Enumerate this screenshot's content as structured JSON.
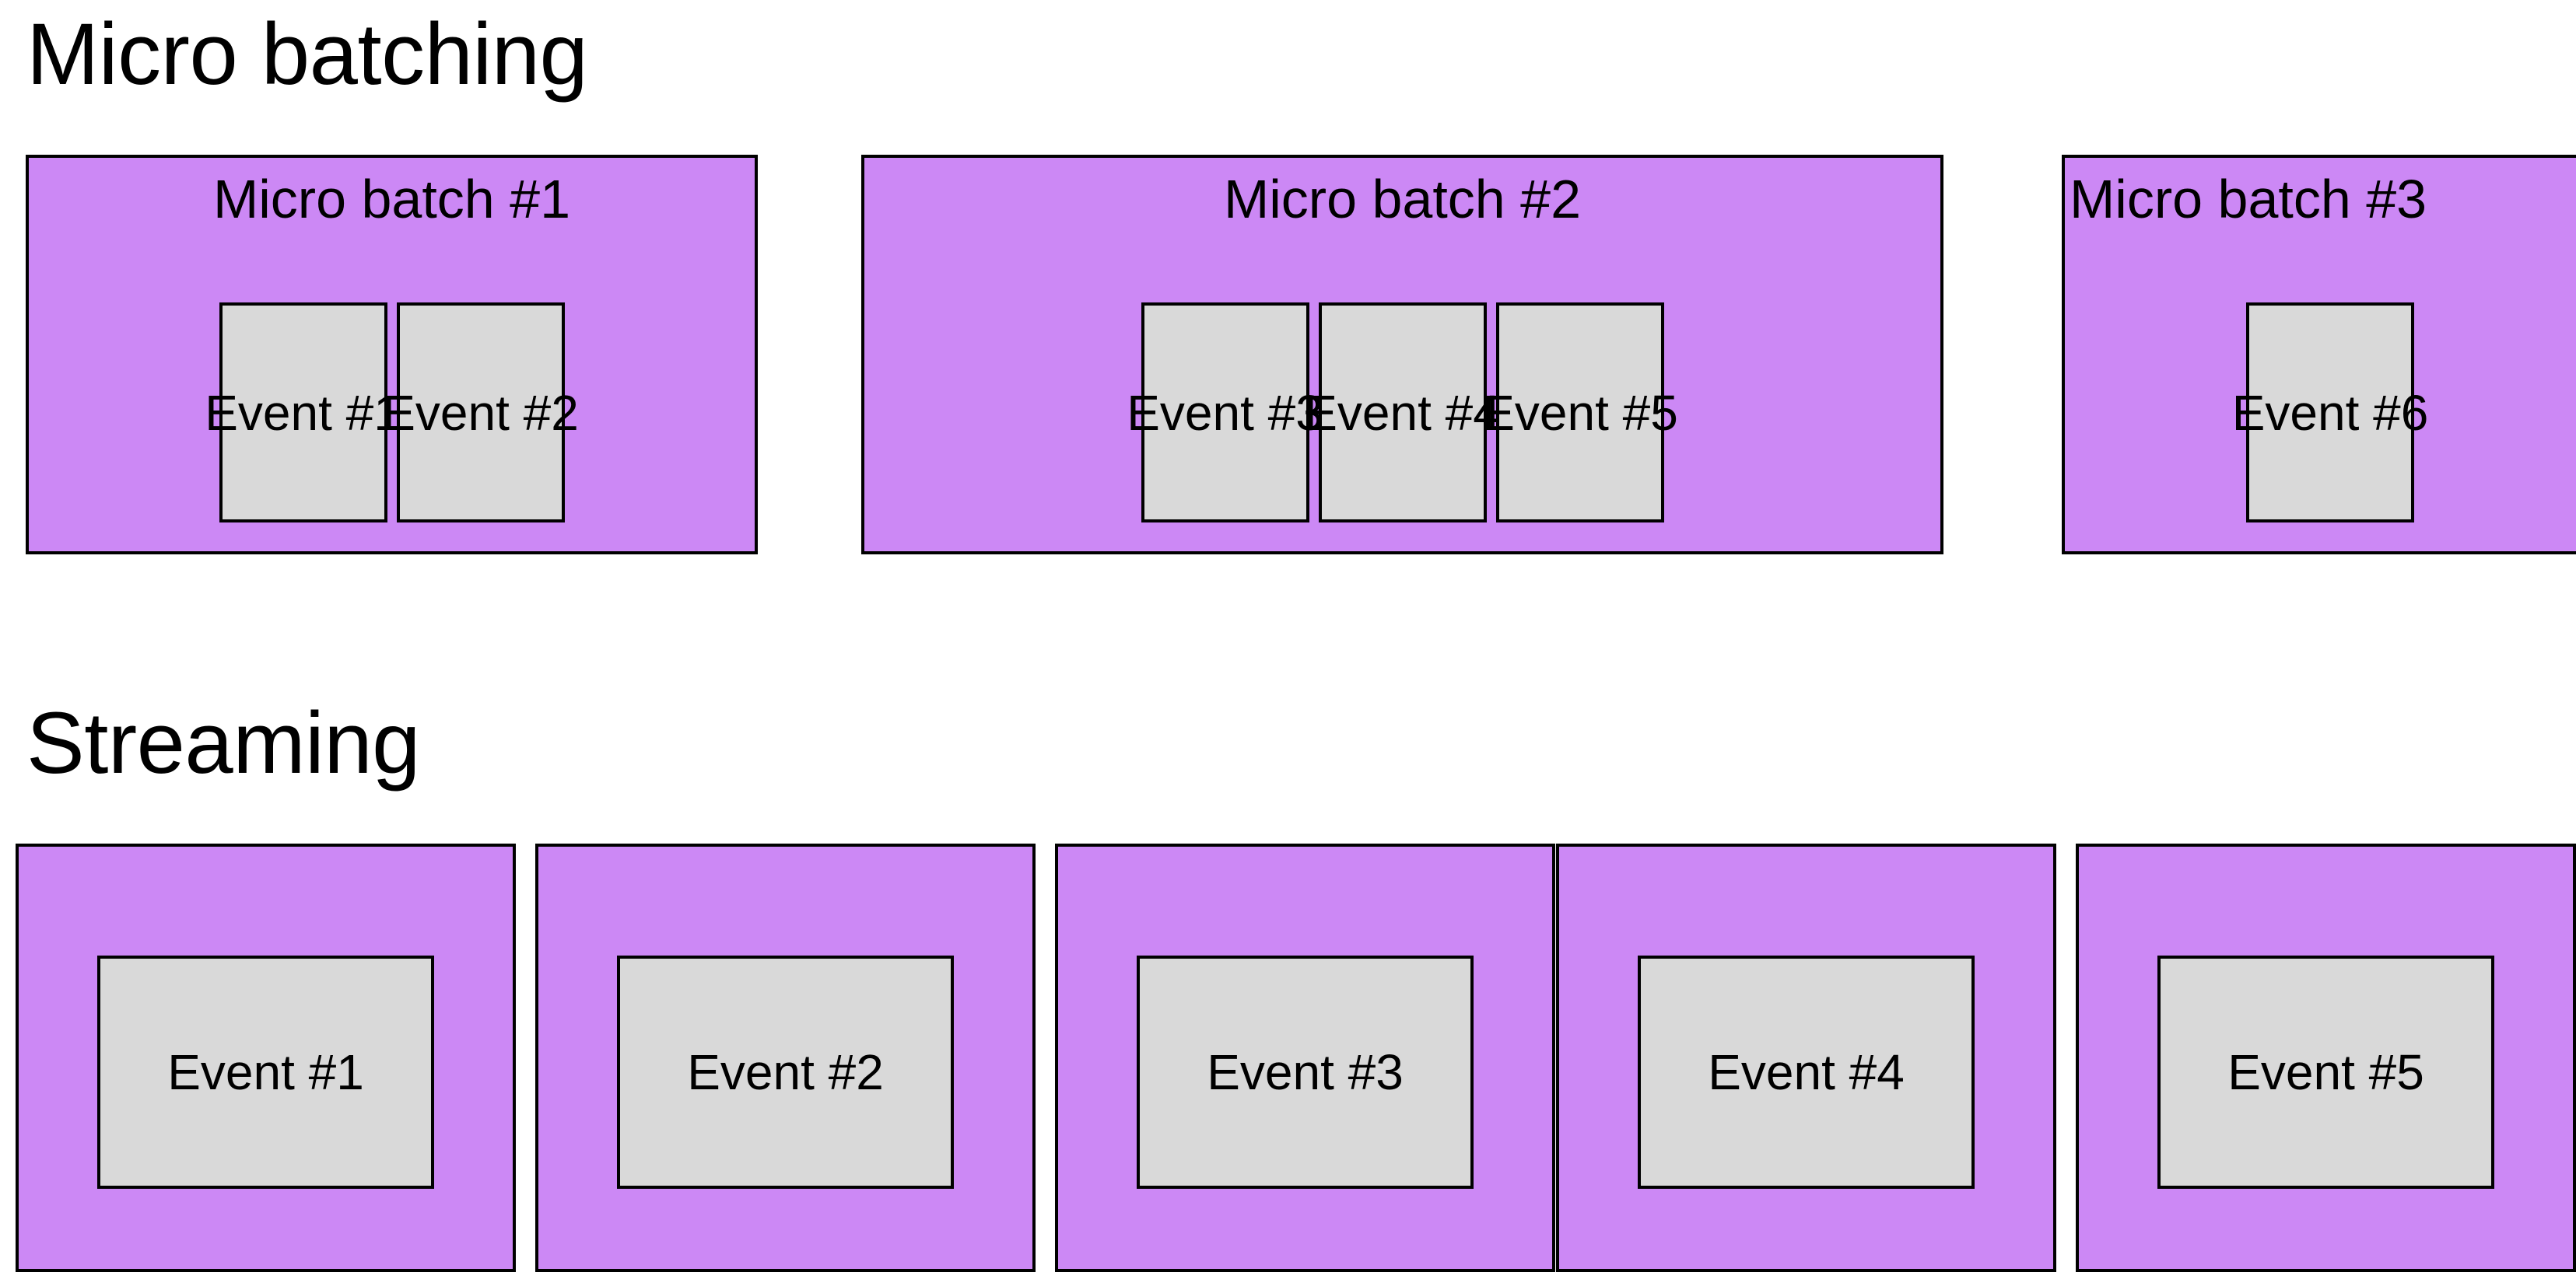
{
  "colors": {
    "batch_fill": "#cc88f5",
    "event_fill": "#d9d9d9",
    "border": "#000000",
    "background": "#ffffff",
    "text": "#000000"
  },
  "sections": [
    {
      "id": "micro-batching",
      "title": "Micro batching",
      "batches": [
        {
          "label": "Micro batch #1",
          "events": [
            "Event #1",
            "Event #2"
          ]
        },
        {
          "label": "Micro batch #2",
          "events": [
            "Event #3",
            "Event #4",
            "Event #5"
          ]
        },
        {
          "label": "Micro batch #3",
          "events": [
            "Event #6"
          ]
        }
      ]
    },
    {
      "id": "streaming",
      "title": "Streaming",
      "batches": [
        {
          "label": "",
          "events": [
            "Event #1"
          ]
        },
        {
          "label": "",
          "events": [
            "Event #2"
          ]
        },
        {
          "label": "",
          "events": [
            "Event #3"
          ]
        },
        {
          "label": "",
          "events": [
            "Event #4"
          ]
        },
        {
          "label": "",
          "events": [
            "Event #5"
          ]
        }
      ]
    }
  ]
}
